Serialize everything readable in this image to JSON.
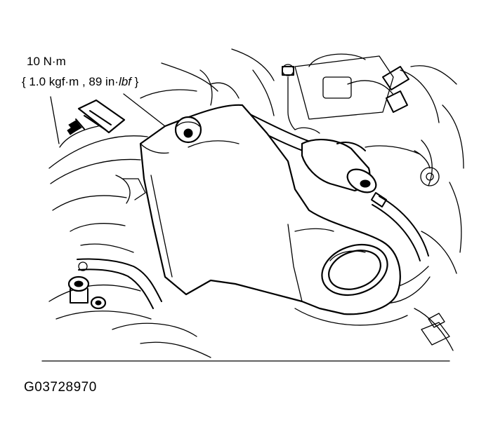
{
  "callout": {
    "torque_value": "10 N·m",
    "torque_alt_open": "{ 1.0 kgf·m , 89 in·",
    "torque_alt_unit": "lbf",
    "torque_alt_close": " }"
  },
  "figure_code": "G03728970"
}
